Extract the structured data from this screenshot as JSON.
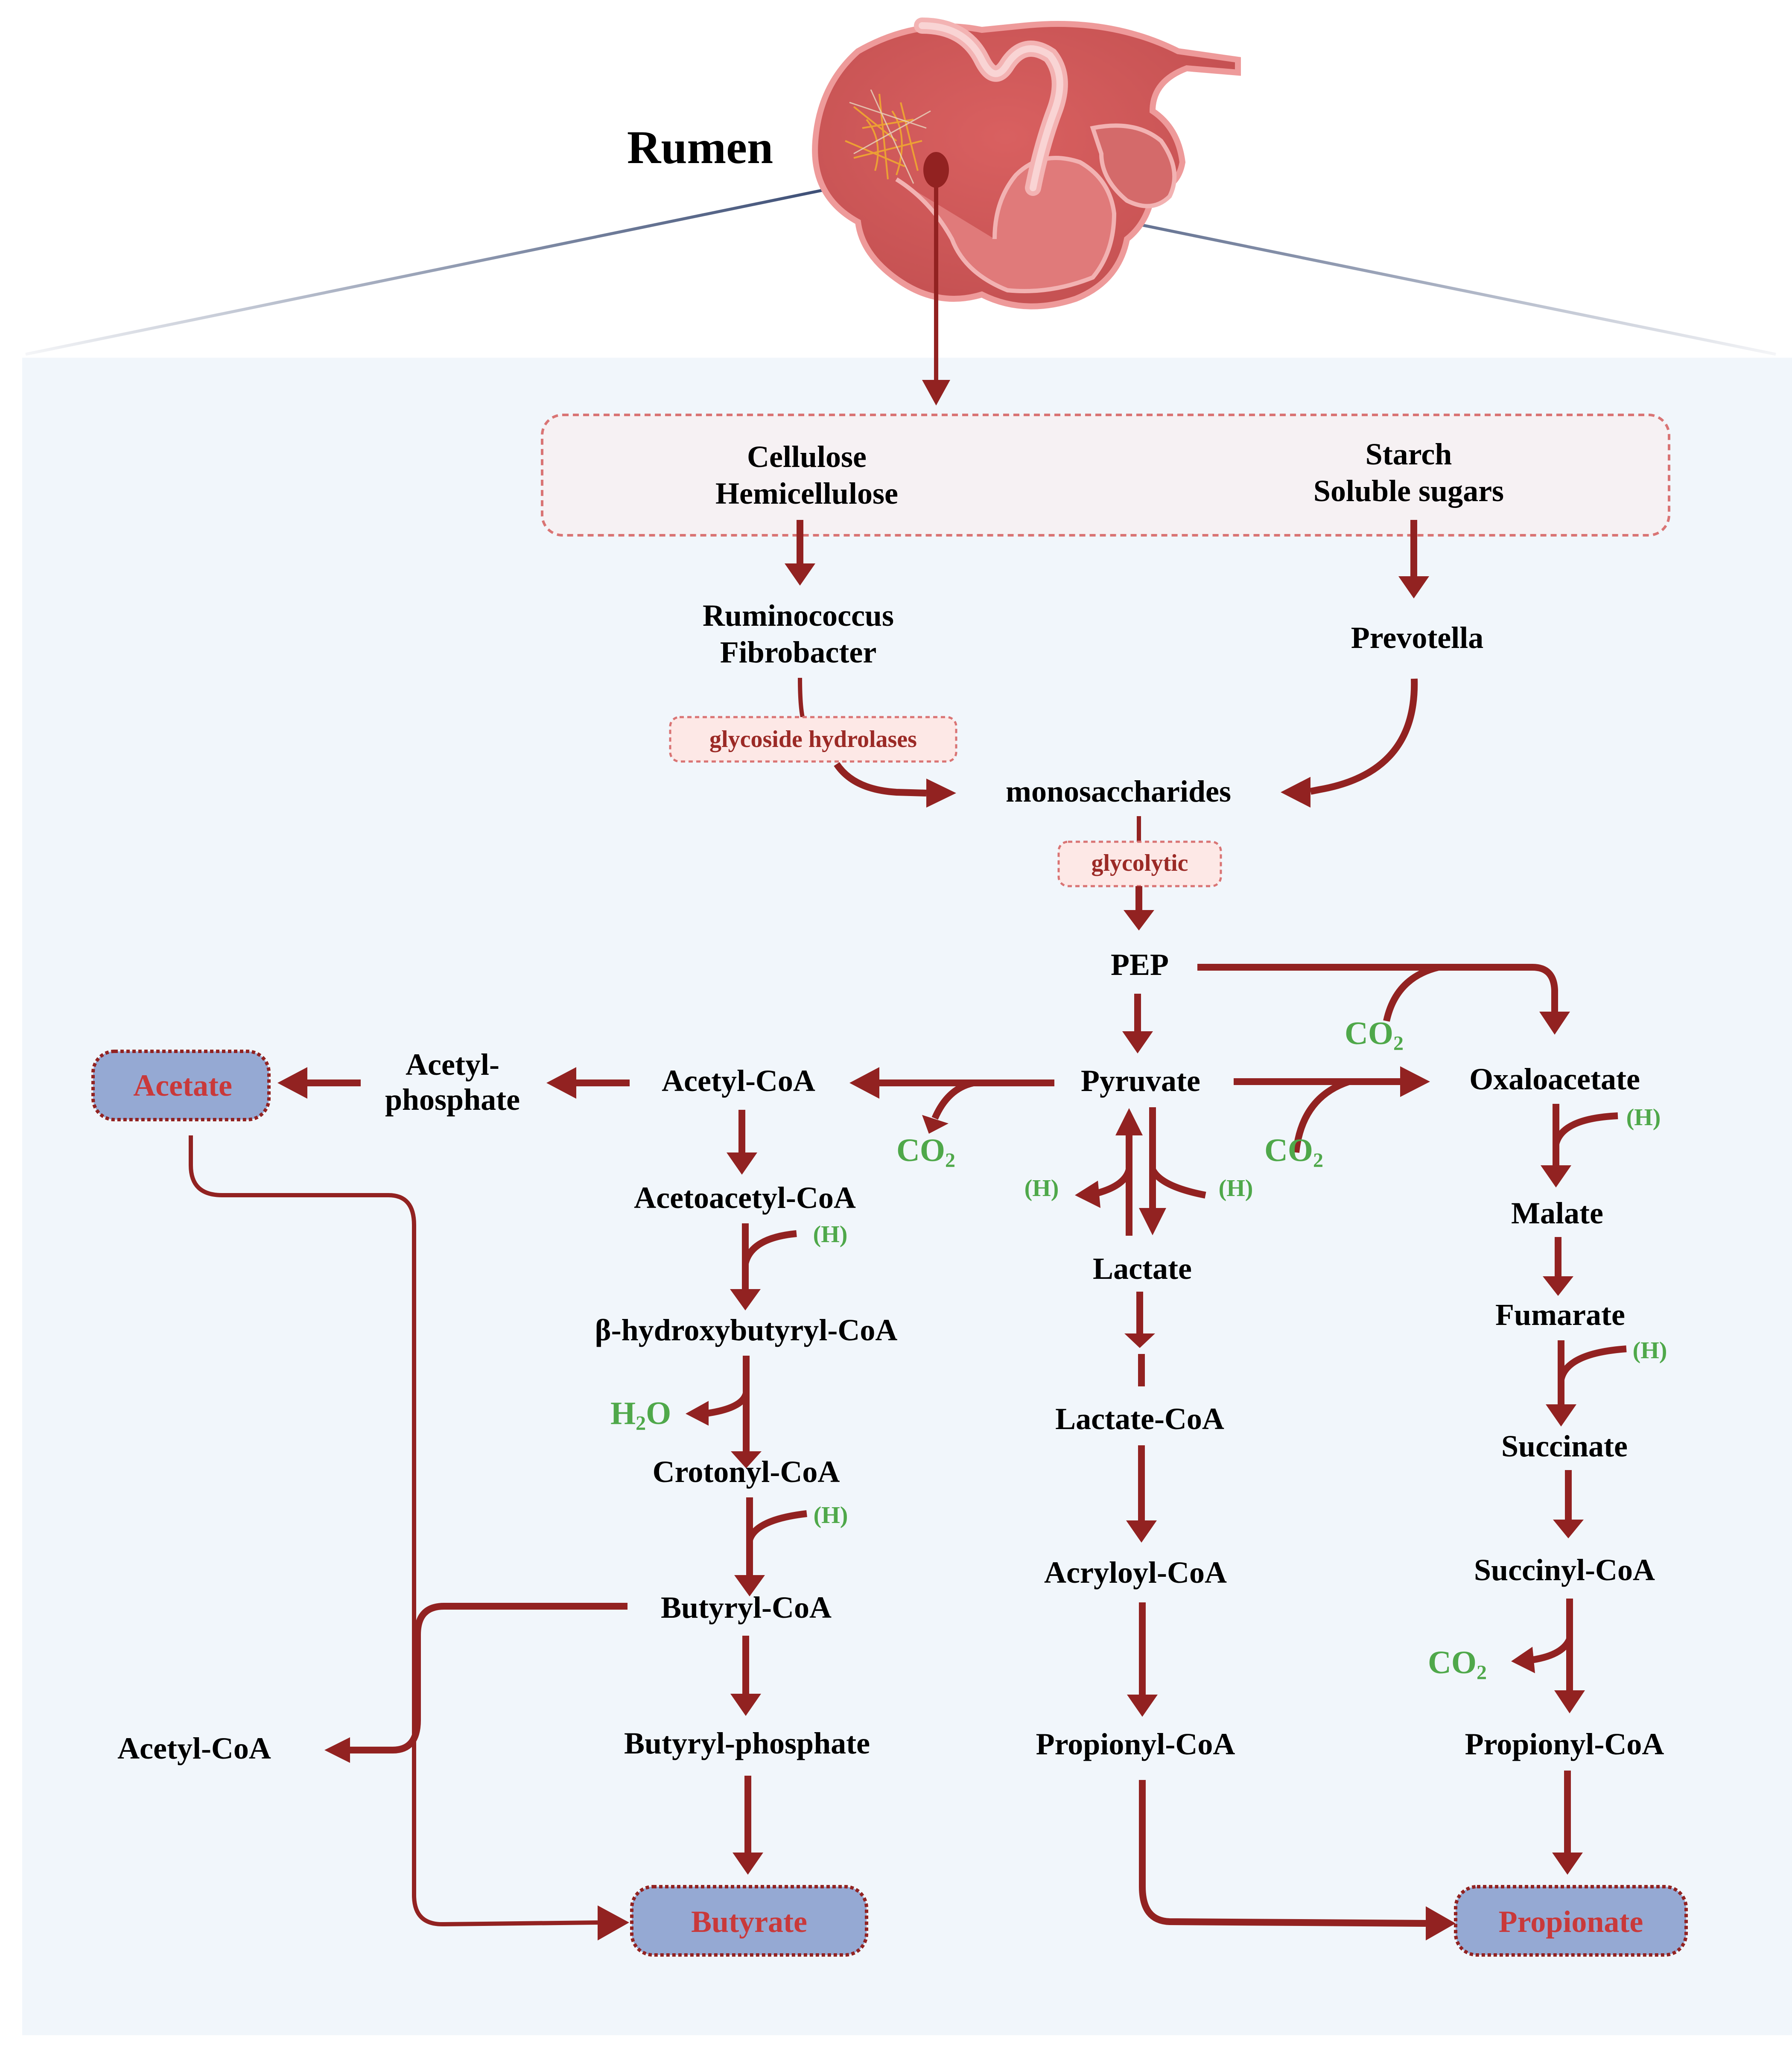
{
  "title": "Rumen",
  "colors": {
    "arrow": "#922221",
    "side_product": "#4fa84a",
    "enzyme_text": "#9b2a26",
    "enzyme_box_fill": "#fde8e6",
    "product_box_fill": "#95a9d3",
    "product_text": "#c9393a",
    "panel_bg": "#f1f6fb",
    "substrate_box_fill": "#f6f1f3",
    "zoom_line": "#2c3f6a"
  },
  "substrates": {
    "fiber": [
      "Cellulose",
      "Hemicellulose"
    ],
    "nonfiber": [
      "Starch",
      "Soluble sugars"
    ]
  },
  "bacteria": {
    "fiber": [
      "Ruminococcus",
      "Fibrobacter"
    ],
    "nonfiber": "Prevotella"
  },
  "enzymes": {
    "hydrolases": "glycoside hydrolases",
    "glycolytic": "glycolytic"
  },
  "metabolites": {
    "monosaccharides": "monosaccharides",
    "pep": "PEP",
    "pyruvate": "Pyruvate",
    "oxaloacetate": "Oxaloacetate",
    "acetyl_coa": "Acetyl-CoA",
    "acetyl_phosphate": [
      "Acetyl-",
      "phosphate"
    ],
    "acetoacetyl_coa": "Acetoacetyl-CoA",
    "hydroxybutyryl_coa": "β-hydroxybutyryl-CoA",
    "crotonyl_coa": "Crotonyl-CoA",
    "butyryl_coa": "Butyryl-CoA",
    "butyryl_phosphate": "Butyryl-phosphate",
    "acetyl_coa_2": "Acetyl-CoA",
    "lactate": "Lactate",
    "lactate_coa": "Lactate-CoA",
    "acryloyl_coa": "Acryloyl-CoA",
    "propionyl_coa_1": "Propionyl-CoA",
    "malate": "Malate",
    "fumarate": "Fumarate",
    "succinate": "Succinate",
    "succinyl_coa": "Succinyl-CoA",
    "propionyl_coa_2": "Propionyl-CoA"
  },
  "products": {
    "acetate": "Acetate",
    "butyrate": "Butyrate",
    "propionate": "Propionate"
  },
  "side": {
    "co2": "CO",
    "co2_sub": "2",
    "h2o_h": "H",
    "h2o_sub": "2",
    "h2o_o": "O",
    "h": "(H)"
  }
}
